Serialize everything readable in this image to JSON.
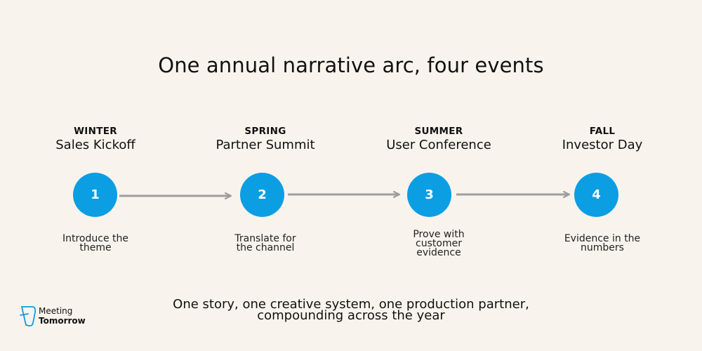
{
  "title": "One annual narrative arc, four events",
  "stages": [
    {
      "season": "WINTER",
      "event": "Sales Kickoff",
      "number": "1",
      "description": [
        "Introduce the",
        "theme"
      ]
    },
    {
      "season": "SPRING",
      "event": "Partner Summit",
      "number": "2",
      "description": [
        "Translate for",
        "the channel"
      ]
    },
    {
      "season": "SUMMER",
      "event": "User Conference",
      "number": "3",
      "description": [
        "Prove with",
        "customer",
        "evidence"
      ]
    },
    {
      "season": "FALL",
      "event": "Investor Day",
      "number": "4",
      "description": [
        "Evidence in the",
        "numbers"
      ]
    }
  ],
  "footer": [
    "One story, one creative system, one production partner,",
    "compounding across the year"
  ],
  "logo": {
    "line1": "Meeting",
    "line2": "Tomorrow",
    "icon": "meeting-tomorrow-logo-icon"
  },
  "colors": {
    "background": "#f8f4ed",
    "circle": "#0b9ee3",
    "arrow": "#9e9e9e",
    "text": "#111111"
  }
}
